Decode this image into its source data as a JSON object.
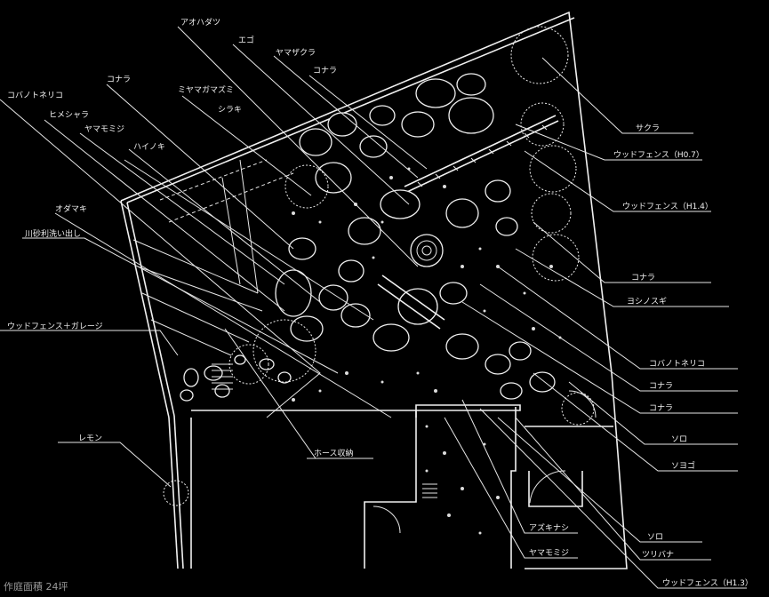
{
  "diagram": {
    "area_caption": "作庭面積 24坪",
    "labels": {
      "atsumi": "アオハダツ",
      "ego": "エゴ",
      "yamazakura": "ヤマザクラ",
      "konara_top": "コナラ",
      "konara_2": "コナラ",
      "miyama": "ミヤマガマズミ",
      "kobanotoneriko_top": "コバノトネリコ",
      "shideshara": "ヒメシャラ",
      "yamamomiji": "ヤマモミジ",
      "shiraki": "シラキ",
      "haino": "ハイノキ",
      "otama": "オダマキ",
      "kawasuna": "川砂利洗い出し",
      "woodfence_garage": "ウッドフェンス＋ガレージ",
      "remon": "レモン",
      "hose": "ホース収納",
      "sakura": "サクラ",
      "woodfence_h07": "ウッドフェンス（H0.7）",
      "woodfence_h14": "ウッドフェンス（H1.4）",
      "konara_r1": "コナラ",
      "yoshinosugi": "ヨシノスギ",
      "kobanotoneriko_r": "コバノトネリコ",
      "konara_r2": "コナラ",
      "konara_r3": "コナラ",
      "soro": "ソロ",
      "soyogo": "ソヨゴ",
      "azukinashi": "アズキナシ",
      "yamamomiji_b": "ヤマモミジ",
      "soro_b": "ソロ",
      "tsuribana": "ツリバナ",
      "woodfence_bottom": "ウッドフェンス（H1.3）"
    }
  }
}
